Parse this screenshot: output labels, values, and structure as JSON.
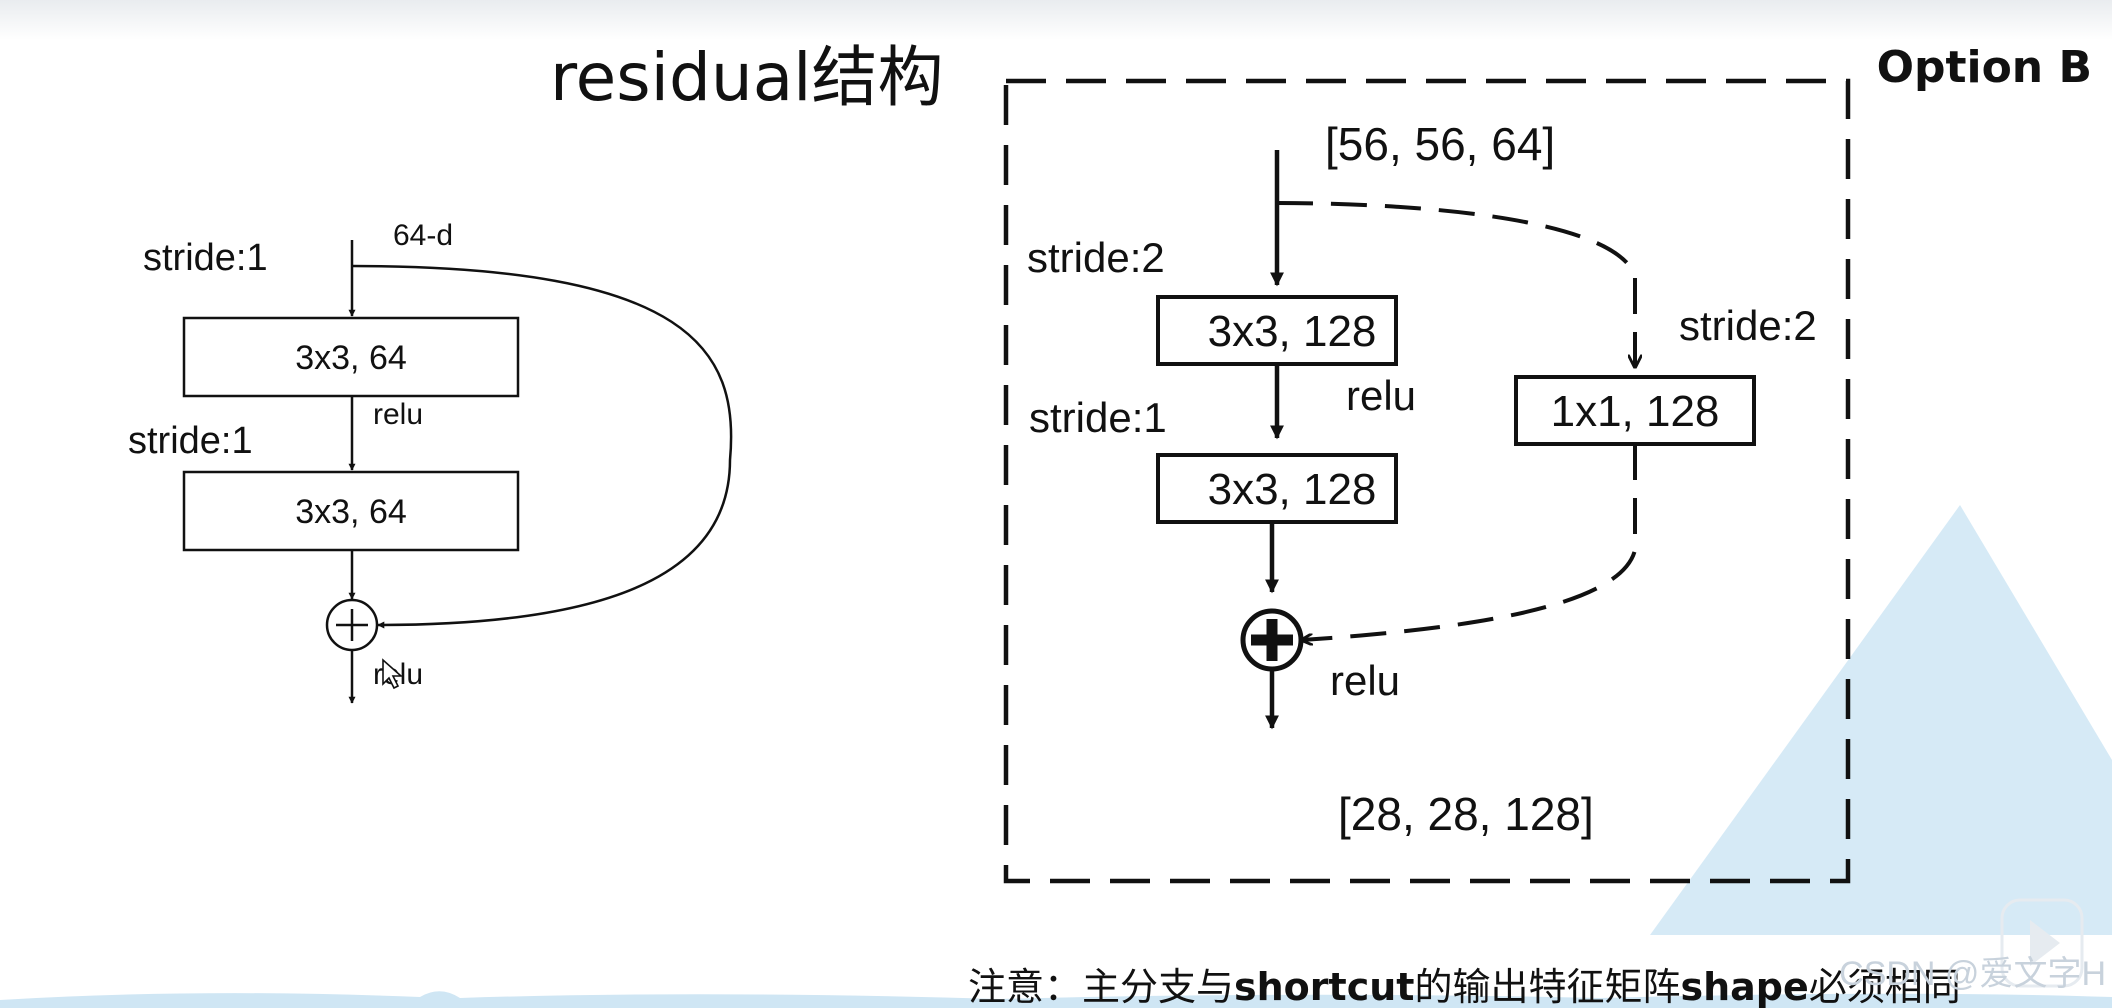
{
  "title": "residual结构",
  "option_label": "Option B",
  "left_block": {
    "input_dim": "64-d",
    "stride_1": "stride:1",
    "conv1": "3x3, 64",
    "relu_mid": "relu",
    "stride_2": "stride:1",
    "conv2": "3x3, 64",
    "relu_out": "relu"
  },
  "right_block": {
    "input_shape": "[56, 56, 64]",
    "main_stride_1": "stride:2",
    "main_conv1": "3x3, 128",
    "relu_mid": "relu",
    "main_stride_2": "stride:1",
    "main_conv2": "3x3, 128",
    "shortcut_stride": "stride:2",
    "shortcut_conv": "1x1, 128",
    "relu_out": "relu",
    "output_shape": "[28, 28, 128]"
  },
  "note": {
    "prefix": "注意：主分支与",
    "kw1": "shortcut",
    "mid": "的输出特征矩阵",
    "kw2": "shape",
    "suffix": "必须相同"
  },
  "watermark": "CSDN @爱文字H",
  "colors": {
    "ink": "#111111",
    "decor_blue": "#cfe6f4"
  }
}
